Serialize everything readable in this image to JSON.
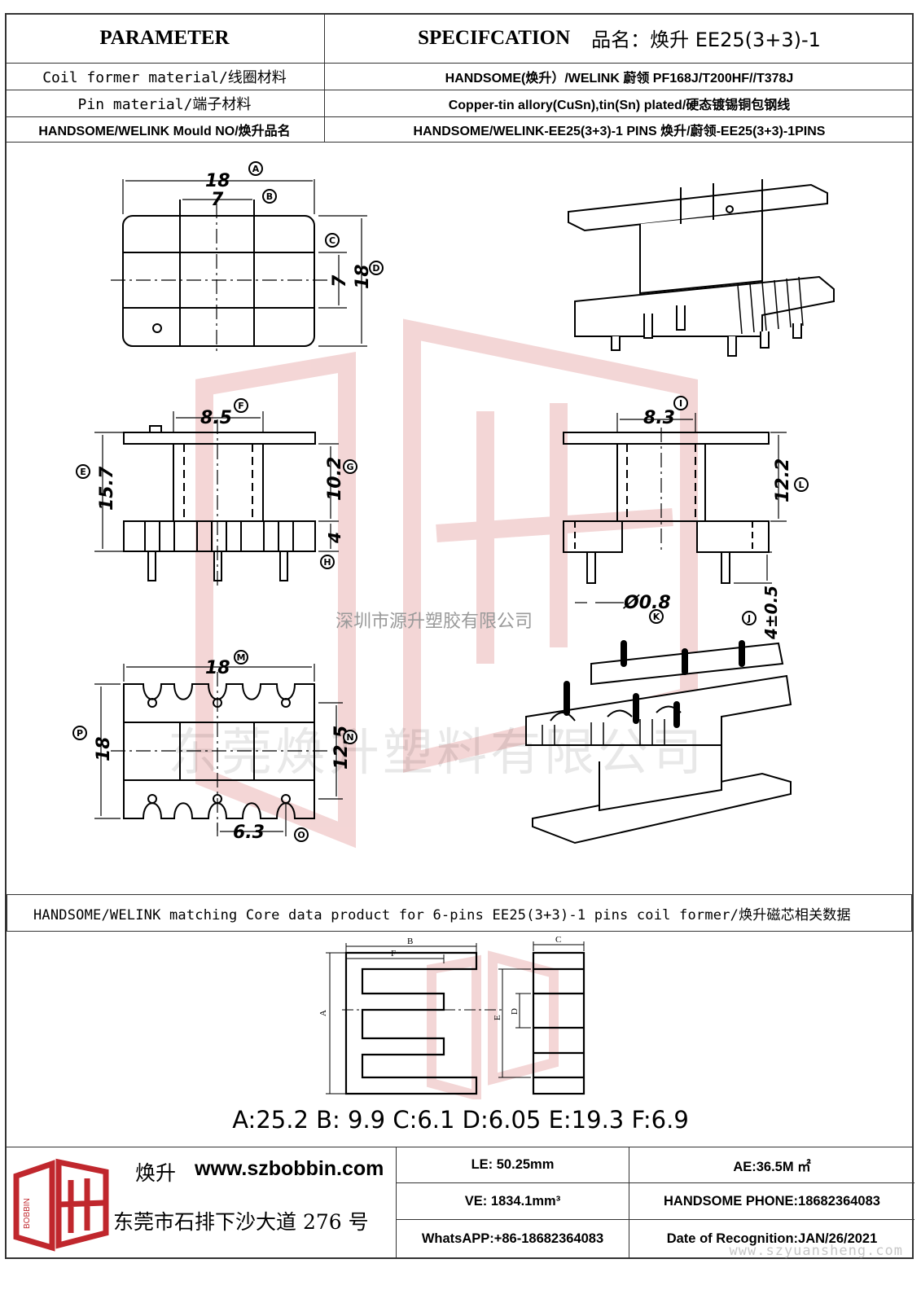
{
  "header": {
    "parameter": "PARAMETER",
    "specification": "SPECIFCATION",
    "product_name": "品名：焕升 EE25(3+3)-1",
    "rows": [
      {
        "label": "Coil former material/线圈材料",
        "value": "HANDSOME(焕升）/WELINK 蔚领  PF168J/T200HF//T378J"
      },
      {
        "label": "Pin material/端子材料",
        "value": "Copper-tin allory(CuSn),tin(Sn) plated/硬态镀锡铜包钢线"
      },
      {
        "label": "HANDSOME/WELINK Mould NO/焕升品名",
        "value": "HANDSOME/WELINK-EE25(3+3)-1 PINS    焕升/蔚领-EE25(3+3)-1PINS"
      }
    ]
  },
  "dimensions": {
    "A": "18",
    "B": "7",
    "C": "7",
    "D": "18",
    "E": "15.7",
    "F": "8.5",
    "G": "10.2",
    "H": "4",
    "I": "8.3",
    "J": "4±0.5",
    "K": "Ø0.8",
    "L": "12.2",
    "M": "18",
    "N": "12.5",
    "O": "6.3",
    "P": "18"
  },
  "dim_letters": [
    "A",
    "B",
    "C",
    "D",
    "E",
    "F",
    "G",
    "H",
    "I",
    "J",
    "K",
    "L",
    "M",
    "N",
    "O",
    "P"
  ],
  "core_letters": [
    "A",
    "B",
    "C",
    "D",
    "E",
    "F"
  ],
  "watermarks": {
    "company_small": "深圳市源升塑胶有限公司",
    "company_large": "东莞焕升塑料有限公司",
    "url": "www.szyuansheng.com"
  },
  "core_section": {
    "title": "HANDSOME/WELINK matching Core data  product for 6-pins EE25(3+3)-1 pins coil former/焕升磁芯相关数据",
    "values": "A:25.2 B: 9.9 C:6.1 D:6.05 E:19.3 F:6.9"
  },
  "footer": {
    "brand": "焕升",
    "website": "www.szbobbin.com",
    "address": "东莞市石排下沙大道 276 号",
    "logo_text": "BOBBIN",
    "le": "LE: 50.25mm",
    "ae": "AE:36.5M ㎡",
    "ve": "VE: 1834.1mm³",
    "phone": "HANDSOME PHONE:18682364083",
    "whatsapp": "WhatsAPP:+86-18682364083",
    "date": "Date of Recognition:JAN/26/2021"
  },
  "colors": {
    "border": "#333333",
    "logo_red": "#c0272d",
    "watermark_red": "#f0c8c8"
  }
}
